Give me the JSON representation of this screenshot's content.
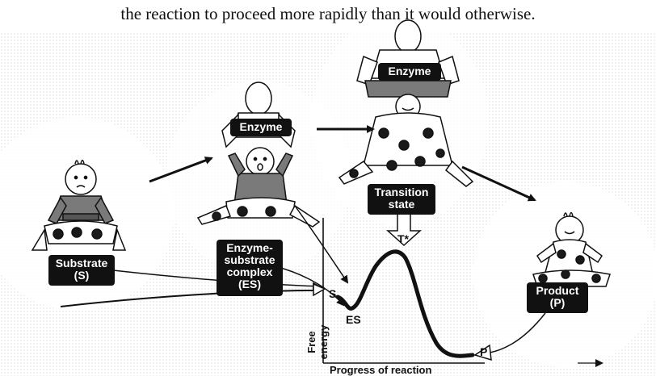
{
  "caption": "the reaction to proceed more rapidly than it would otherwise.",
  "labels": {
    "substrate_line1": "Substrate",
    "substrate_line2": "(S)",
    "enzyme_left": "Enzyme",
    "enzyme_top": "Enzyme",
    "es_line1": "Enzyme-",
    "es_line2": "substrate",
    "es_line3": "complex",
    "es_line4": "(ES)",
    "ts_line1": "Transition",
    "ts_line2": "state",
    "product_line1": "Product",
    "product_line2": "(P)"
  },
  "graph": {
    "peak_label": "T*",
    "s_label": "S",
    "es_label": "ES",
    "p_label": "P",
    "ylabel_line1": "Free",
    "ylabel_line2": "energy",
    "xlabel": "Progress of reaction"
  },
  "colors": {
    "label_bg": "#111111",
    "label_text": "#ffffff",
    "sweater": "#7a7a7a",
    "dots": "#1a1a1a",
    "background_texture": "#f2f2f2"
  }
}
